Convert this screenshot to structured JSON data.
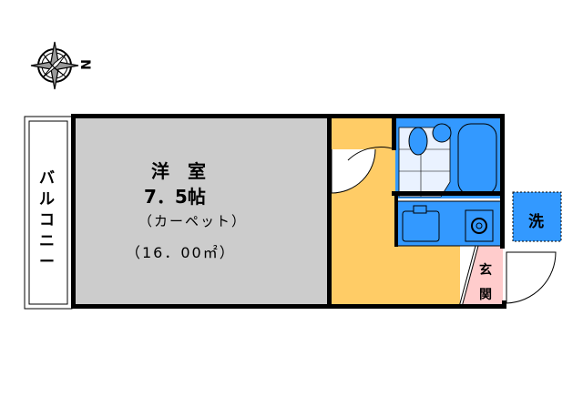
{
  "compass": {
    "north_label": "N"
  },
  "rooms": {
    "western_room": {
      "name": "洋　室",
      "size": "7．5帖",
      "floor": "（カーペット）",
      "area": "（16．00㎡）"
    },
    "balcony": {
      "name": "バルコニー"
    },
    "laundry": {
      "name": "洗"
    },
    "entrance": {
      "name_top": "玄",
      "name_bottom": "関"
    }
  },
  "colors": {
    "room": "#cccccc",
    "corridor": "#ffcc66",
    "wet": "#3399ff",
    "entrance": "#ffcccc",
    "tile": "#eaf2ff"
  }
}
